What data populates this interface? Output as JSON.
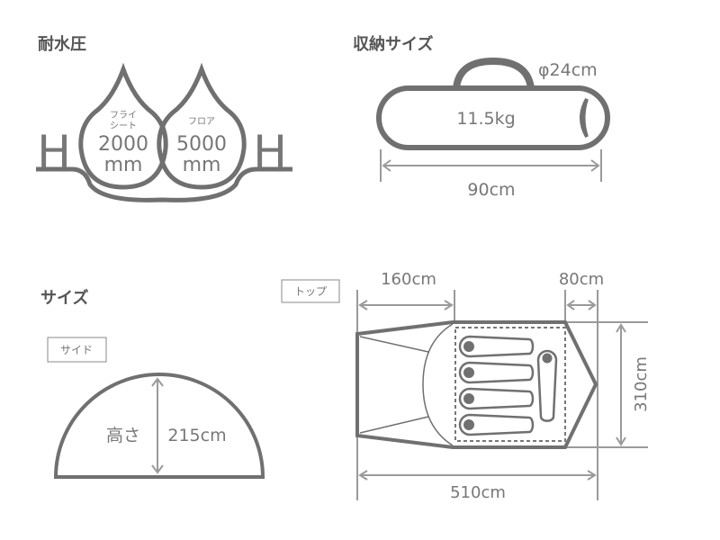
{
  "water_resistance": {
    "title": "耐水圧",
    "h_label": "H",
    "fly": {
      "label_line1": "フライ",
      "label_line2": "シート",
      "value": "2000",
      "unit": "mm"
    },
    "floor": {
      "label": "フロア",
      "value": "5000",
      "unit": "mm"
    }
  },
  "storage": {
    "title": "収納サイズ",
    "diameter": "φ24cm",
    "weight": "11.5kg",
    "length": "90cm"
  },
  "size": {
    "title": "サイズ",
    "side": {
      "tag": "サイド",
      "height_label": "高さ",
      "height": "215cm"
    },
    "top": {
      "tag": "トップ",
      "front": "160cm",
      "rear": "80cm",
      "width": "310cm",
      "length": "510cm"
    }
  },
  "colors": {
    "line": "#707070",
    "dimension": "#9a9a9a",
    "text": "#777777"
  }
}
